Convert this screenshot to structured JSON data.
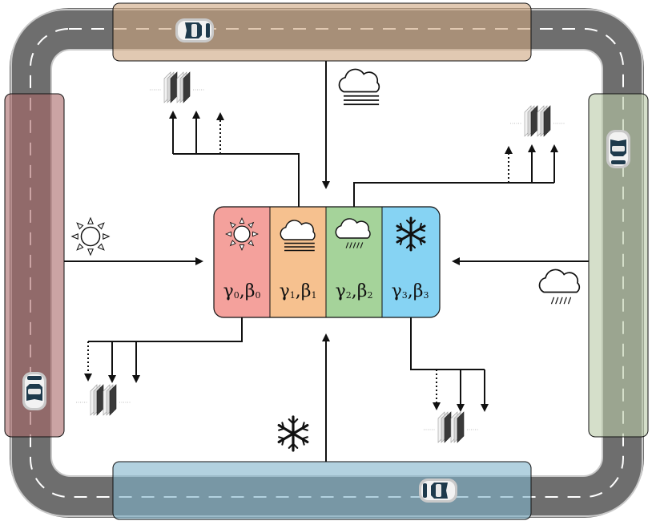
{
  "clusters": [
    {
      "name": "sunny",
      "symbol": "γ",
      "sub": "0",
      "symbol2": "β",
      "sub2": "0",
      "color": "#f4a19c"
    },
    {
      "name": "fog",
      "symbol": "γ",
      "sub": "1",
      "symbol2": "β",
      "sub2": "1",
      "color": "#f6c18f"
    },
    {
      "name": "rain",
      "symbol": "γ",
      "sub": "2",
      "symbol2": "β",
      "sub2": "2",
      "color": "#a5d39a"
    },
    {
      "name": "snow",
      "symbol": "γ",
      "sub": "3",
      "symbol2": "β",
      "sub2": "3",
      "color": "#86d3f3"
    }
  ],
  "regions": {
    "top": {
      "color": "#cda57e",
      "weather": "fog-icon"
    },
    "left": {
      "color": "#a86767",
      "weather": "sun-icon"
    },
    "right": {
      "color": "#b9c9a6",
      "weather": "rain-icon"
    },
    "bottom": {
      "color": "#7fb2c9",
      "weather": "snowflake-icon"
    }
  },
  "colors": {
    "road": "#6e6e6e",
    "lane": "#ffffff",
    "car": "#1e3a4c"
  }
}
